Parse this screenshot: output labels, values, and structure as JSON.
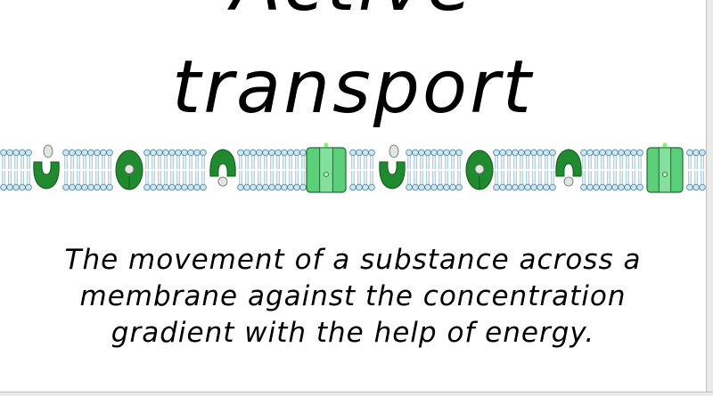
{
  "slide": {
    "title_line_1": "Active",
    "title_line_2": "transport",
    "definition": "The movement of a substance across a membrane against the concentration gradient with the help of energy."
  },
  "illustration": {
    "colors": {
      "lipid_head_fill": "#cfe6f0",
      "lipid_head_stroke": "#3f7d99",
      "lipid_tail": "#8fb7c9",
      "carrier_protein": "#1f8a2e",
      "channel_protein": "#5ccf7a",
      "solute_molecule": "#dfe8e0"
    },
    "protein_sequence": [
      "carrier-open-top-icon",
      "carrier-molecule-bound-icon",
      "carrier-open-bottom-icon",
      "channel-protein-icon",
      "carrier-open-top-icon",
      "carrier-molecule-bound-icon",
      "carrier-open-bottom-icon",
      "channel-protein-icon"
    ]
  }
}
